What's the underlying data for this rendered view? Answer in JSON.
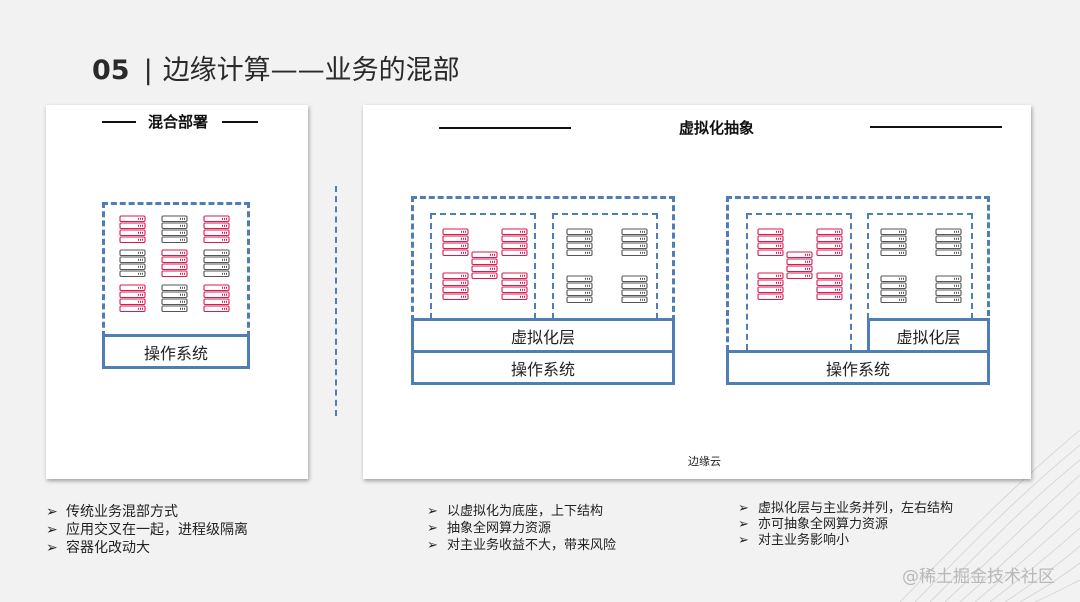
{
  "slide": {
    "number": "05",
    "separator": "|",
    "title": "边缘计算——业务的混部"
  },
  "left_panel": {
    "title": "混合部署",
    "os_label": "操作系统"
  },
  "right_panel": {
    "title": "虚拟化抽象",
    "diagram1": {
      "virt_label": "虚拟化层",
      "os_label": "操作系统"
    },
    "diagram2": {
      "virt_label": "虚拟化层",
      "os_label": "操作系统"
    },
    "caption": "边缘云"
  },
  "bullets": {
    "left": [
      "传统业务混部方式",
      "应用交叉在一起，进程级隔离",
      "容器化改动大"
    ],
    "middle": [
      "以虚拟化为底座，上下结构",
      "抽象全网算力资源",
      "对主业务收益不大，带来风险"
    ],
    "right": [
      "虚拟化层与主业务并列，左右结构",
      "亦可抽象全网算力资源",
      "对主业务影响小"
    ]
  },
  "watermark": "@稀土掘金技术社区",
  "colors": {
    "border_blue": "#4f7db5",
    "server_red": "#d81b4f",
    "server_gray": "#555555",
    "background": "#f2f2f2"
  },
  "icons": {
    "server": "server-rack-icon"
  }
}
